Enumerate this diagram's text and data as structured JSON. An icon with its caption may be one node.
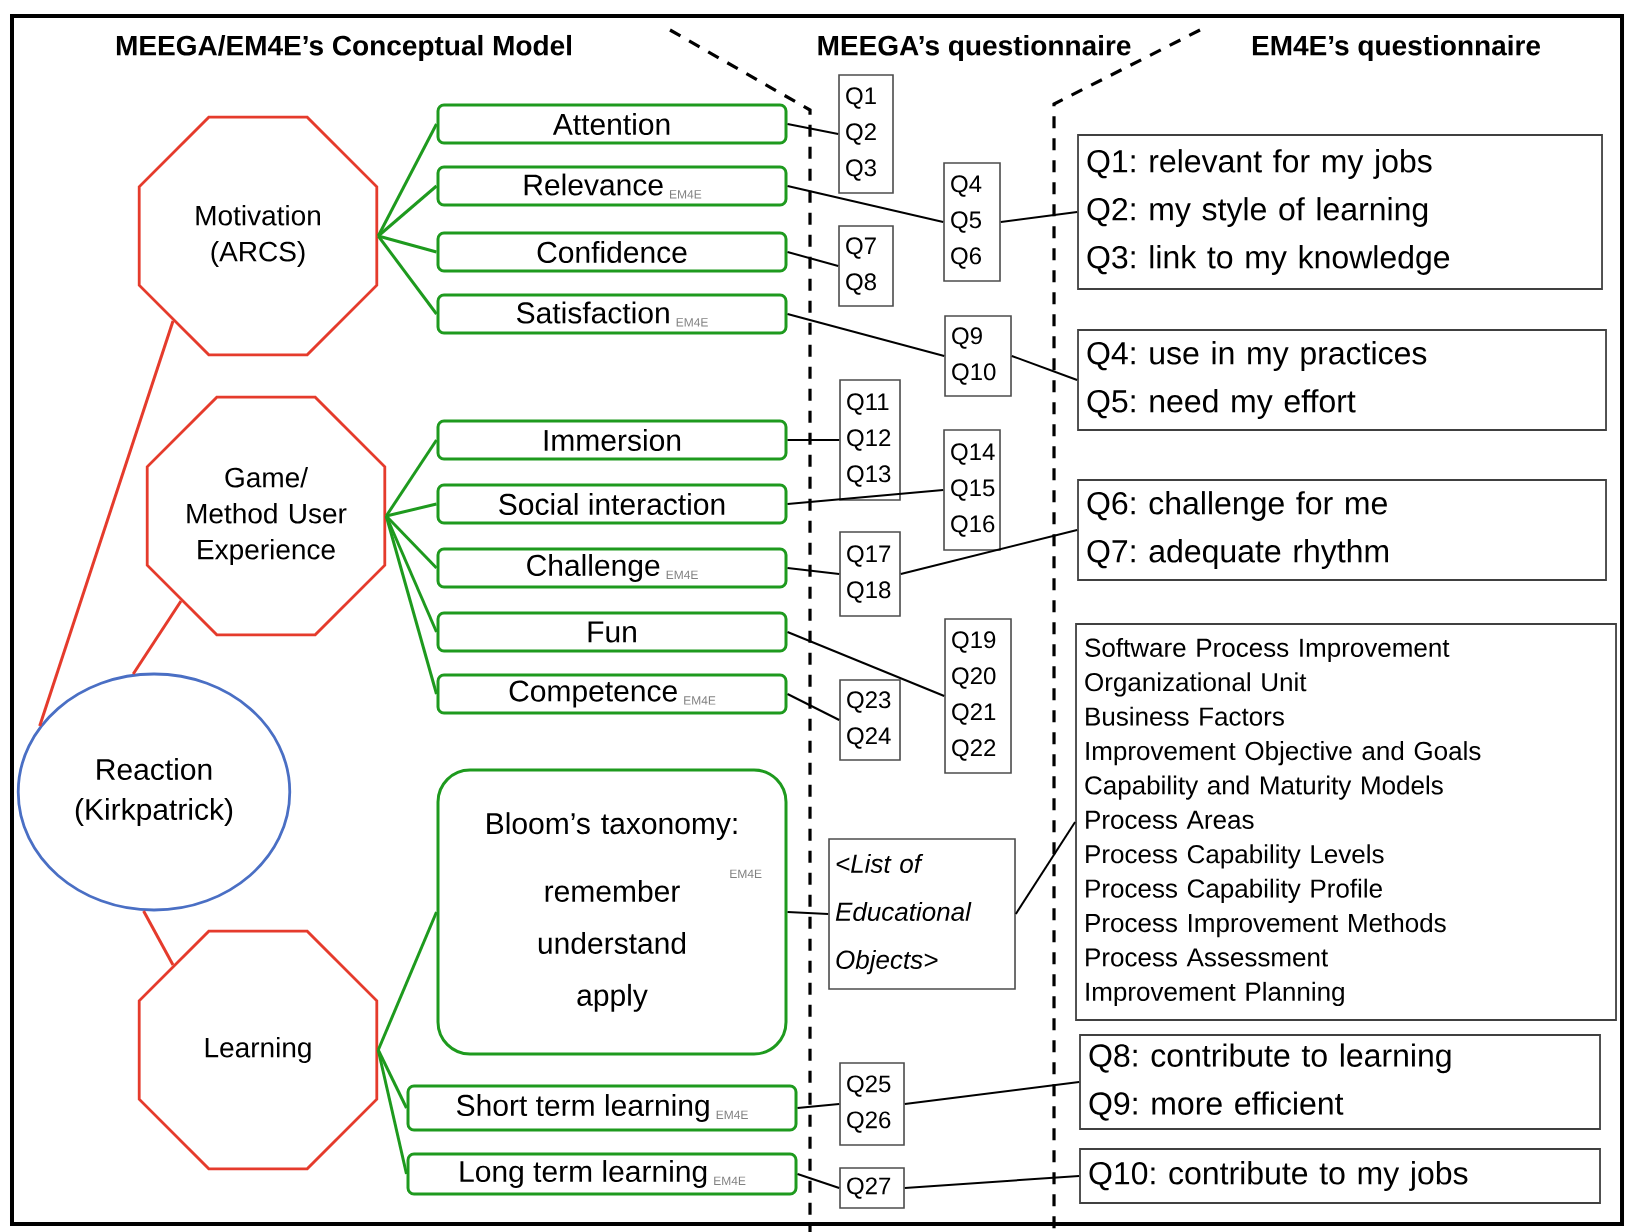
{
  "diagram": {
    "nodes": [
      {
        "text": [
          "Motivation (ARCS)"
        ]
      },
      {
        "text": [
          "Game/ Method User Experience"
        ]
      },
      {
        "text": [
          "Reaction (Kirkpatrick)"
        ]
      },
      {
        "text": [
          "Learning"
        ]
      },
      {
        "text": [
          "Attention"
        ]
      },
      {
        "text": [
          "Relevance",
          "EM4E"
        ]
      },
      {
        "text": [
          "Confidence"
        ]
      },
      {
        "text": [
          "Satisfaction",
          "EM4E"
        ]
      },
      {
        "text": [
          "Immersion"
        ]
      },
      {
        "text": [
          "Social interaction"
        ]
      },
      {
        "text": [
          "Challenge",
          "EM4E"
        ]
      },
      {
        "text": [
          "Fun"
        ]
      },
      {
        "text": [
          "Competence",
          "EM4E"
        ]
      },
      {
        "text": [
          "Bloom’s taxonomy:",
          "EM4E",
          "remember understand apply"
        ]
      },
      {
        "text": [
          "Short term learning",
          "EM4E"
        ]
      },
      {
        "text": [
          "Long term learning",
          "EM4E"
        ]
      },
      {
        "text": [
          "Q1 Q2 Q3"
        ]
      },
      {
        "text": [
          "Q4 Q5 Q6"
        ]
      },
      {
        "text": [
          "Q7 Q8"
        ]
      },
      {
        "text": [
          "Q9 Q10"
        ]
      },
      {
        "text": [
          "Q11 Q12 Q13"
        ]
      },
      {
        "text": [
          "Q14 Q15 Q16"
        ]
      },
      {
        "text": [
          "Q17 Q18"
        ]
      },
      {
        "text": [
          "Q19 Q20 Q21 Q22"
        ]
      },
      {
        "text": [
          "Q23 Q24"
        ]
      },
      {
        "text": [
          "<List of Educational Objects>"
        ]
      },
      {
        "text": [
          "Q25 Q26"
        ]
      },
      {
        "text": [
          "Q27"
        ]
      },
      {
        "text": [
          "Q1: relevant for my jobs",
          "Q2: my style of learning",
          "Q3: link to my knowledge"
        ]
      },
      {
        "text": [
          "Q4: use in my practices",
          "Q5: need my effort"
        ]
      },
      {
        "text": [
          "Q6: challenge for me",
          "Q7: adequate rhythm"
        ]
      },
      {
        "text": [
          "Software Process Improvement",
          "Organizational Unit",
          "Business Factors",
          "Improvement Objective and Goals",
          "Capability and Maturity Models",
          "Process Areas",
          "Process Capability Levels",
          "Process Capability Profile",
          "Process Improvement Methods",
          "Process Assessment",
          "Improvement Planning"
        ]
      },
      {
        "text": [
          "Q8: contribute to learning",
          "Q9: more efficient"
        ]
      },
      {
        "text": [
          "Q10: contribute to my jobs"
        ]
      }
    ],
    "edges": [
      {
        "from": 2,
        "to": 0,
        "arrow": "none",
        "color": "#e53b2c"
      },
      {
        "from": 2,
        "to": 1,
        "arrow": "none",
        "color": "#e53b2c"
      },
      {
        "from": 2,
        "to": 3,
        "arrow": "none",
        "color": "#e53b2c"
      },
      {
        "from": 0,
        "to": 4,
        "arrow": "none",
        "color": "#1e9a1e"
      },
      {
        "from": 0,
        "to": 5,
        "arrow": "none",
        "color": "#1e9a1e"
      },
      {
        "from": 0,
        "to": 6,
        "arrow": "none",
        "color": "#1e9a1e"
      },
      {
        "from": 0,
        "to": 7,
        "arrow": "none",
        "color": "#1e9a1e"
      },
      {
        "from": 1,
        "to": 8,
        "arrow": "none",
        "color": "#1e9a1e"
      },
      {
        "from": 1,
        "to": 9,
        "arrow": "none",
        "color": "#1e9a1e"
      },
      {
        "from": 1,
        "to": 10,
        "arrow": "none",
        "color": "#1e9a1e"
      },
      {
        "from": 1,
        "to": 11,
        "arrow": "none",
        "color": "#1e9a1e"
      },
      {
        "from": 1,
        "to": 12,
        "arrow": "none",
        "color": "#1e9a1e"
      },
      {
        "from": 3,
        "to": 13,
        "arrow": "none",
        "color": "#1e9a1e"
      },
      {
        "from": 3,
        "to": 14,
        "arrow": "none",
        "color": "#1e9a1e"
      },
      {
        "from": 3,
        "to": 15,
        "arrow": "none",
        "color": "#1e9a1e"
      },
      {
        "from": 4,
        "to": 16,
        "arrow": "none"
      },
      {
        "from": 5,
        "to": 17,
        "arrow": "none"
      },
      {
        "from": 6,
        "to": 18,
        "arrow": "none"
      },
      {
        "from": 7,
        "to": 19,
        "arrow": "none"
      },
      {
        "from": 8,
        "to": 20,
        "arrow": "none"
      },
      {
        "from": 9,
        "to": 21,
        "arrow": "none"
      },
      {
        "from": 10,
        "to": 22,
        "arrow": "none"
      },
      {
        "from": 11,
        "to": 23,
        "arrow": "none"
      },
      {
        "from": 12,
        "to": 24,
        "arrow": "none"
      },
      {
        "from": 13,
        "to": 25,
        "arrow": "none"
      },
      {
        "from": 14,
        "to": 26,
        "arrow": "none"
      },
      {
        "from": 15,
        "to": 27,
        "arrow": "none"
      },
      {
        "from": 17,
        "to": 28,
        "arrow": "none"
      },
      {
        "from": 19,
        "to": 29,
        "arrow": "none"
      },
      {
        "from": 22,
        "to": 30,
        "arrow": "none"
      },
      {
        "from": 25,
        "to": 31,
        "arrow": "none"
      },
      {
        "from": 26,
        "to": 32,
        "arrow": "none"
      },
      {
        "from": 27,
        "to": 33,
        "arrow": "none"
      }
    ],
    "labels": [
      "MEEGA/EM4E’s  Conceptual Model",
      "MEEGA’s questionnaire",
      "EM4E’s questionnaire"
    ]
  }
}
